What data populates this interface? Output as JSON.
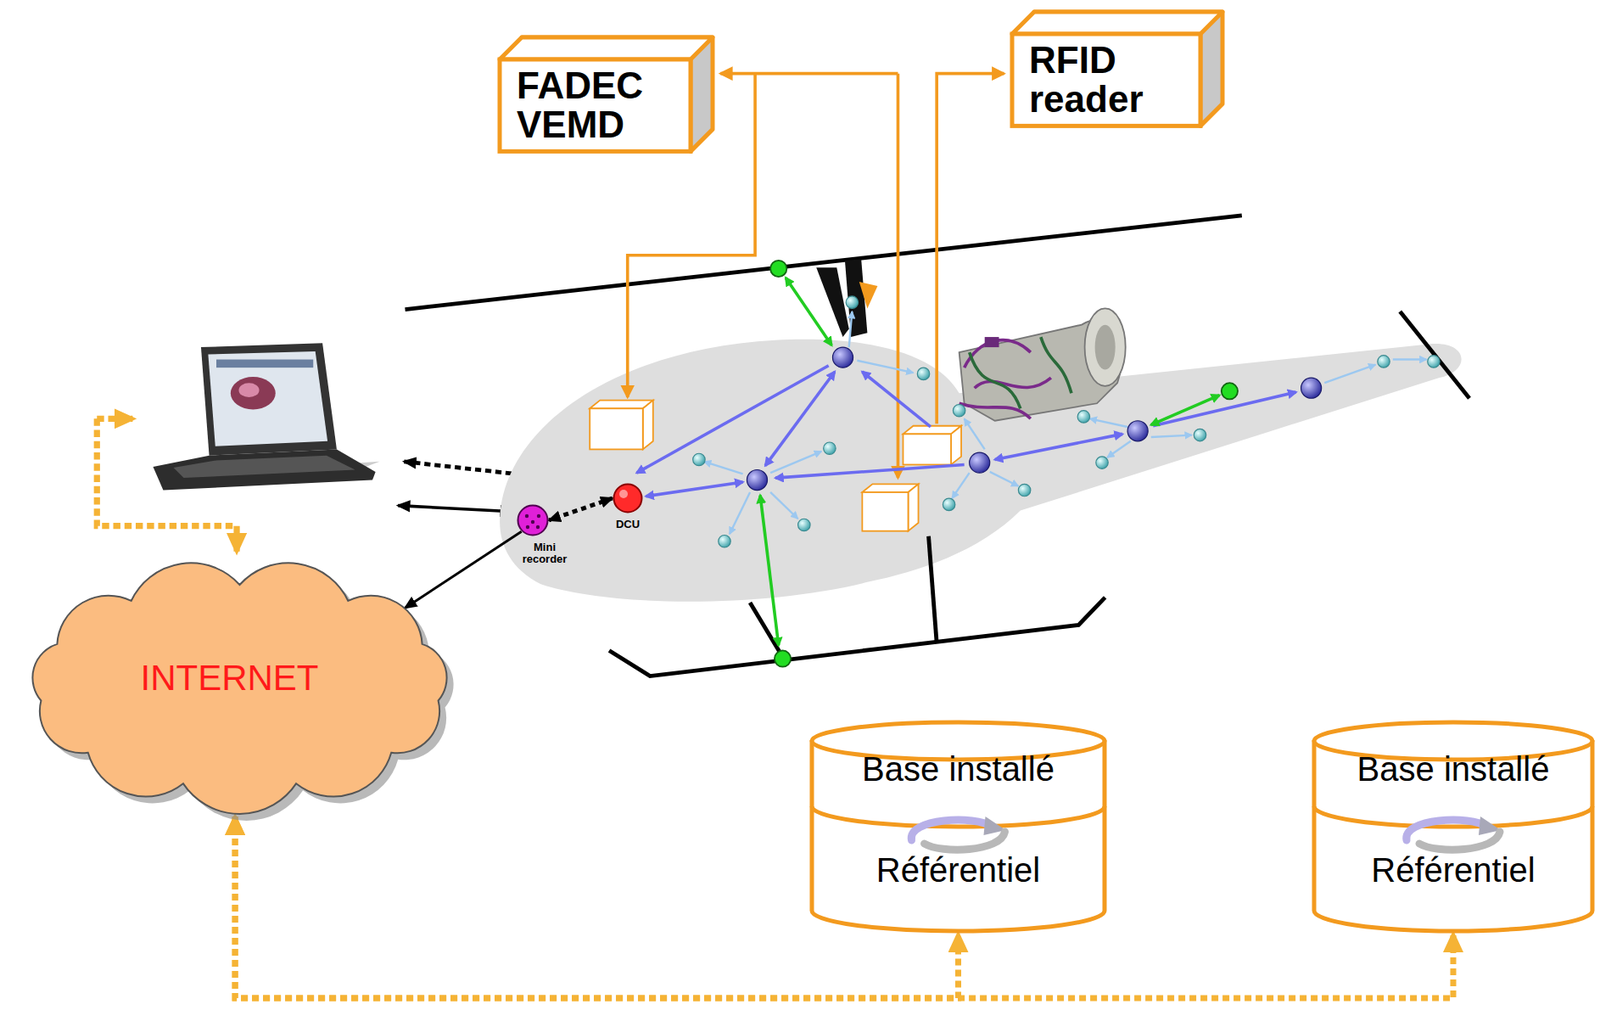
{
  "diagram": {
    "nodes": [
      {
        "text": [
          "FADEC VEMD"
        ]
      },
      {
        "text": [
          "RFID reader"
        ]
      },
      {
        "text": [
          "DCU"
        ]
      },
      {
        "text": [
          "Mini recorder"
        ]
      },
      {
        "text": [
          "INTERNET"
        ]
      },
      {
        "text": [
          "Base installé",
          "Référentiel"
        ]
      },
      {
        "text": [
          "Base installé",
          "Référentiel"
        ]
      }
    ],
    "edges": [
      {
        "from": 2,
        "to": 3,
        "arrow": "both"
      },
      {
        "from": 3,
        "to": 4,
        "arrow": "to"
      },
      {
        "from": 4,
        "to": 5,
        "arrow": "both"
      },
      {
        "from": 4,
        "to": 6,
        "arrow": "both"
      }
    ]
  }
}
